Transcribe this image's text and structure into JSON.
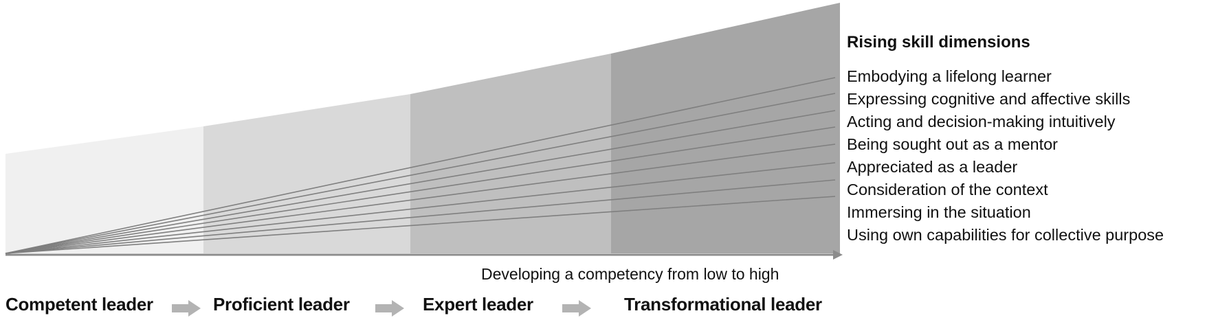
{
  "dimensions": {
    "title": "Rising skill dimensions",
    "items": [
      "Embodying a lifelong learner",
      "Expressing cognitive and affective skills",
      "Acting and decision-making intuitively",
      "Being sought out as a mentor",
      "Appreciated as a leader",
      "Consideration of the context",
      "Immersing in the situation",
      "Using own capabilities for collective purpose"
    ]
  },
  "axis": {
    "caption": "Developing a competency from low to high"
  },
  "stages": [
    {
      "label": "Competent leader",
      "color": "#f0f0f0"
    },
    {
      "label": "Proficient leader",
      "color": "#d9d9d9"
    },
    {
      "label": "Expert leader",
      "color": "#bfbfbf"
    },
    {
      "label": "Transformational leader",
      "color": "#a6a6a6"
    }
  ],
  "colors": {
    "axis": "#8c8c8c",
    "skill_lines": "#7f7f7f",
    "stage_arrows": "#b3b3b3"
  }
}
